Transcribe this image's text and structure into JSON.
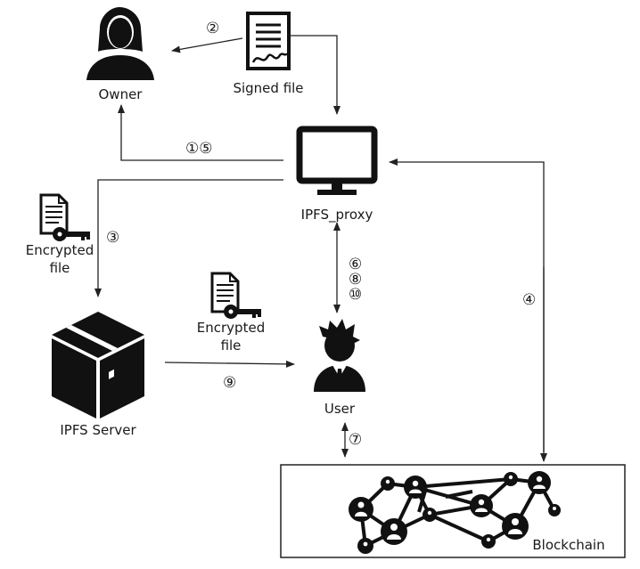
{
  "labels": {
    "owner": "Owner",
    "signed_file": "Signed file",
    "ipfs_proxy": "IPFS_proxy",
    "encrypted_file_left_1": "Encrypted",
    "encrypted_file_left_2": "file",
    "encrypted_file_mid_1": "Encrypted",
    "encrypted_file_mid_2": "file",
    "ipfs_server": "IPFS Server",
    "user": "User",
    "blockchain": "Blockchain"
  },
  "steps": {
    "s2": "②",
    "s1_5": "①⑤",
    "s3": "③",
    "s6": "⑥",
    "s8": "⑧",
    "s10": "⑩",
    "s4": "④",
    "s9": "⑨",
    "s7": "⑦"
  }
}
